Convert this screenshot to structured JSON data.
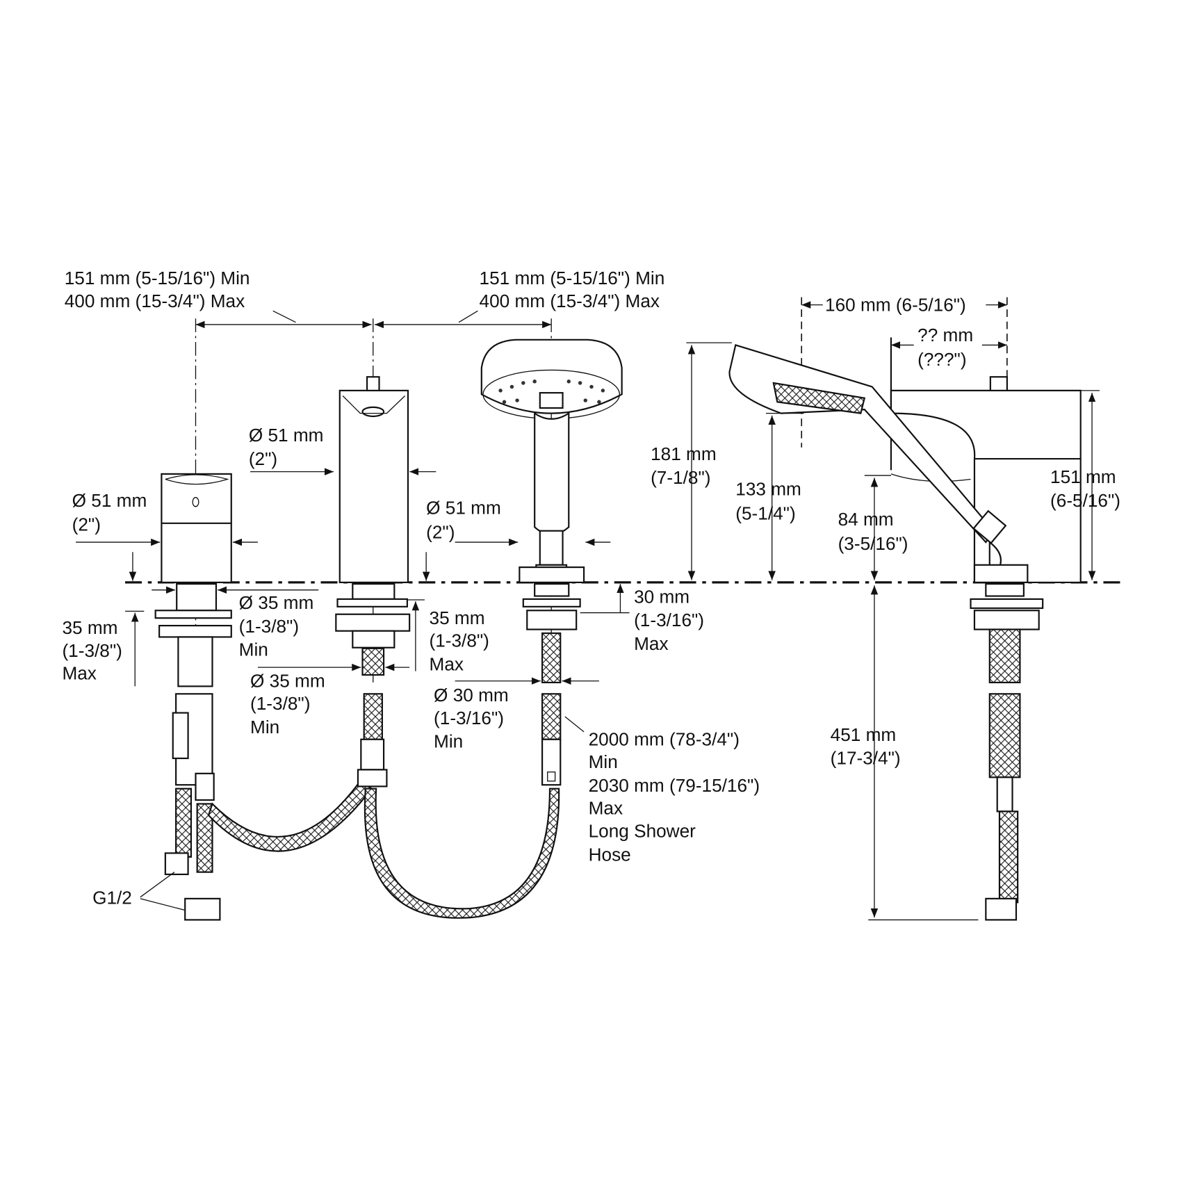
{
  "dimensions": {
    "spacing_left": {
      "min": "151 mm (5-15/16\") Min",
      "max": "400 mm (15-3/4\") Max"
    },
    "spacing_right": {
      "min": "151 mm (5-15/16\") Min",
      "max": "400 mm (15-3/4\") Max"
    },
    "side_reach": "160 mm (6-5/16\")",
    "side_unknown": {
      "mm": "?? mm",
      "in": "(???\")"
    },
    "handshower_height": {
      "mm": "181 mm",
      "in": "(7-1/8\")"
    },
    "handshower_face_height": {
      "mm": "133 mm",
      "in": "(5-1/4\")"
    },
    "spout_outlet_height": {
      "mm": "84 mm",
      "in": "(3-5/16\")"
    },
    "spout_height": {
      "mm": "151 mm",
      "in": "(6-5/16\")"
    },
    "spout_diameter": {
      "mm": "Ø 51 mm",
      "in": "(2\")"
    },
    "handle_diameter": {
      "mm": "Ø 51 mm",
      "in": "(2\")"
    },
    "handshower_base_diameter": {
      "mm": "Ø 51 mm",
      "in": "(2\")"
    },
    "handle_hole": {
      "mm": "Ø 35 mm",
      "in": "(1-3/8\")",
      "note": "Min"
    },
    "handle_deck": {
      "mm": "35 mm",
      "in": "(1-3/8\")",
      "note": "Max"
    },
    "spout_deck": {
      "mm": "35 mm",
      "in": "(1-3/8\")",
      "note": "Max"
    },
    "spout_hole": {
      "mm": "Ø 35 mm",
      "in": "(1-3/8\")",
      "note": "Min"
    },
    "shower_deck": {
      "mm": "30 mm",
      "in": "(1-3/16\")",
      "note": "Max"
    },
    "shower_hole": {
      "mm": "Ø 30 mm",
      "in": "(1-3/16\")",
      "note": "Min"
    },
    "hose": {
      "min": "2000 mm (78-3/4\")",
      "min_label": "Min",
      "max": "2030 mm (79-15/16\")",
      "max_label": "Max",
      "name1": "Long Shower",
      "name2": "Hose"
    },
    "supply_length": {
      "mm": "451 mm",
      "in": "(17-3/4\")"
    },
    "connection": "G1/2"
  }
}
